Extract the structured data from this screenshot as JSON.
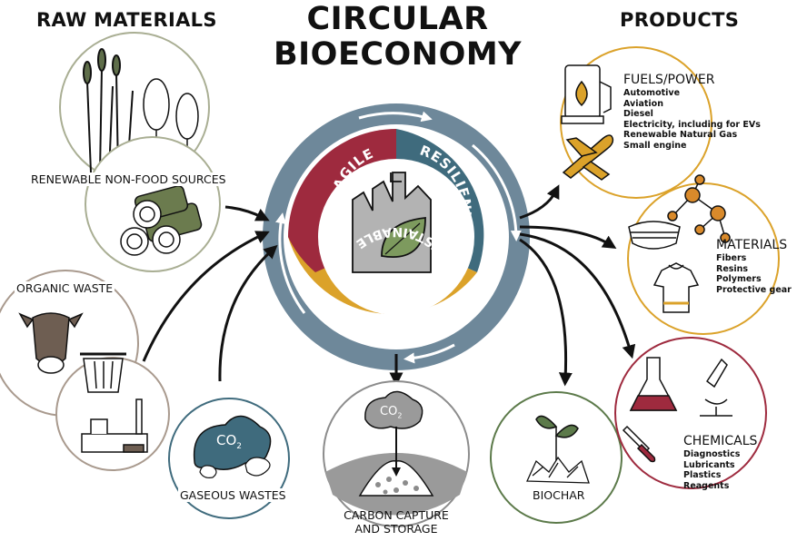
{
  "headings": {
    "raw_materials": "RAW MATERIALS",
    "title_line1": "CIRCULAR",
    "title_line2": "BIOECONOMY",
    "products": "PRODUCTS"
  },
  "ring": {
    "agile": "AGILE",
    "resilient": "RESILIENT",
    "sustainable": "SUSTAINABLE",
    "colors": {
      "agile": "#9e2a3e",
      "resilient": "#3f6b7d",
      "sustainable": "#dba22a",
      "ring": "#6e889a"
    }
  },
  "inputs": {
    "renewable": "RENEWABLE NON-FOOD SOURCES",
    "organic": "ORGANIC WASTE",
    "gaseous": "GASEOUS WASTES",
    "co2_main": "CO",
    "co2_sub": "2"
  },
  "outputs": {
    "ccs_line1": "CARBON CAPTURE",
    "ccs_line2": "AND STORAGE",
    "biochar": "BIOCHAR"
  },
  "products": {
    "fuels": {
      "title": "FUELS/POWER",
      "items": [
        "Automotive",
        "Aviation",
        "Diesel",
        "Electricity, including for EVs",
        "Renewable Natural Gas",
        "Small engine"
      ]
    },
    "materials": {
      "title": "MATERIALS",
      "items": [
        "Fibers",
        "Resins",
        "Polymers",
        "Protective gear"
      ]
    },
    "chemicals": {
      "title": "CHEMICALS",
      "items": [
        "Diagnostics",
        "Lubricants",
        "Plastics",
        "Reagents"
      ]
    }
  }
}
